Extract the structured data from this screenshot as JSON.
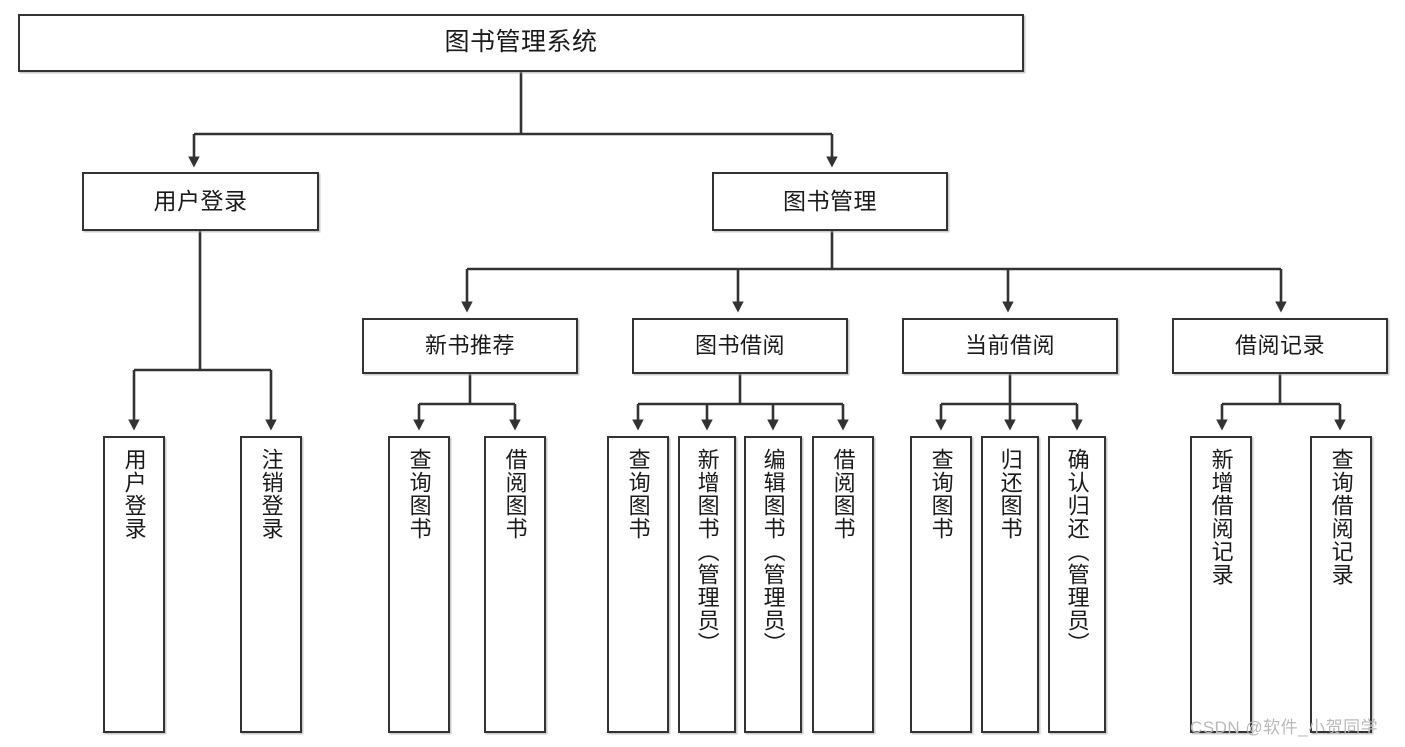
{
  "diagram": {
    "title": "图书管理系统",
    "type": "hierarchy-tree",
    "watermark": "CSDN @软件_小贺同学",
    "colors": {
      "box_border": "#333333",
      "box_fill": "#ffffff",
      "connector": "#333333",
      "text": "#1a1a1a",
      "watermark": "#b9b9b9"
    },
    "nodes": {
      "root": {
        "label": "图书管理系统"
      },
      "level2": [
        {
          "id": "user-login",
          "label": "用户登录"
        },
        {
          "id": "book-management",
          "label": "图书管理"
        }
      ],
      "level3": [
        {
          "id": "new-book-recommend",
          "label": "新书推荐"
        },
        {
          "id": "book-borrow",
          "label": "图书借阅"
        },
        {
          "id": "current-borrow",
          "label": "当前借阅"
        },
        {
          "id": "borrow-record",
          "label": "借阅记录"
        }
      ],
      "leaves": {
        "user_login": [
          {
            "id": "leaf-user-login",
            "label": "用户登录"
          },
          {
            "id": "leaf-logout-login",
            "label": "注销登录"
          }
        ],
        "new_book_recommend": [
          {
            "id": "leaf-query-book-1",
            "label": "查询图书"
          },
          {
            "id": "leaf-borrow-book-1",
            "label": "借阅图书"
          }
        ],
        "book_borrow": [
          {
            "id": "leaf-query-book-2",
            "label": "查询图书"
          },
          {
            "id": "leaf-add-book",
            "label": "新增图书（管理员）"
          },
          {
            "id": "leaf-edit-book",
            "label": "编辑图书（管理员）"
          },
          {
            "id": "leaf-borrow-book-2",
            "label": "借阅图书"
          }
        ],
        "current_borrow": [
          {
            "id": "leaf-query-book-3",
            "label": "查询图书"
          },
          {
            "id": "leaf-return-book",
            "label": "归还图书"
          },
          {
            "id": "leaf-confirm-return",
            "label": "确认归还（管理员）"
          }
        ],
        "borrow_record": [
          {
            "id": "leaf-add-borrow-record",
            "label": "新增借阅记录"
          },
          {
            "id": "leaf-query-borrow-record",
            "label": "查询借阅记录"
          }
        ]
      }
    }
  }
}
